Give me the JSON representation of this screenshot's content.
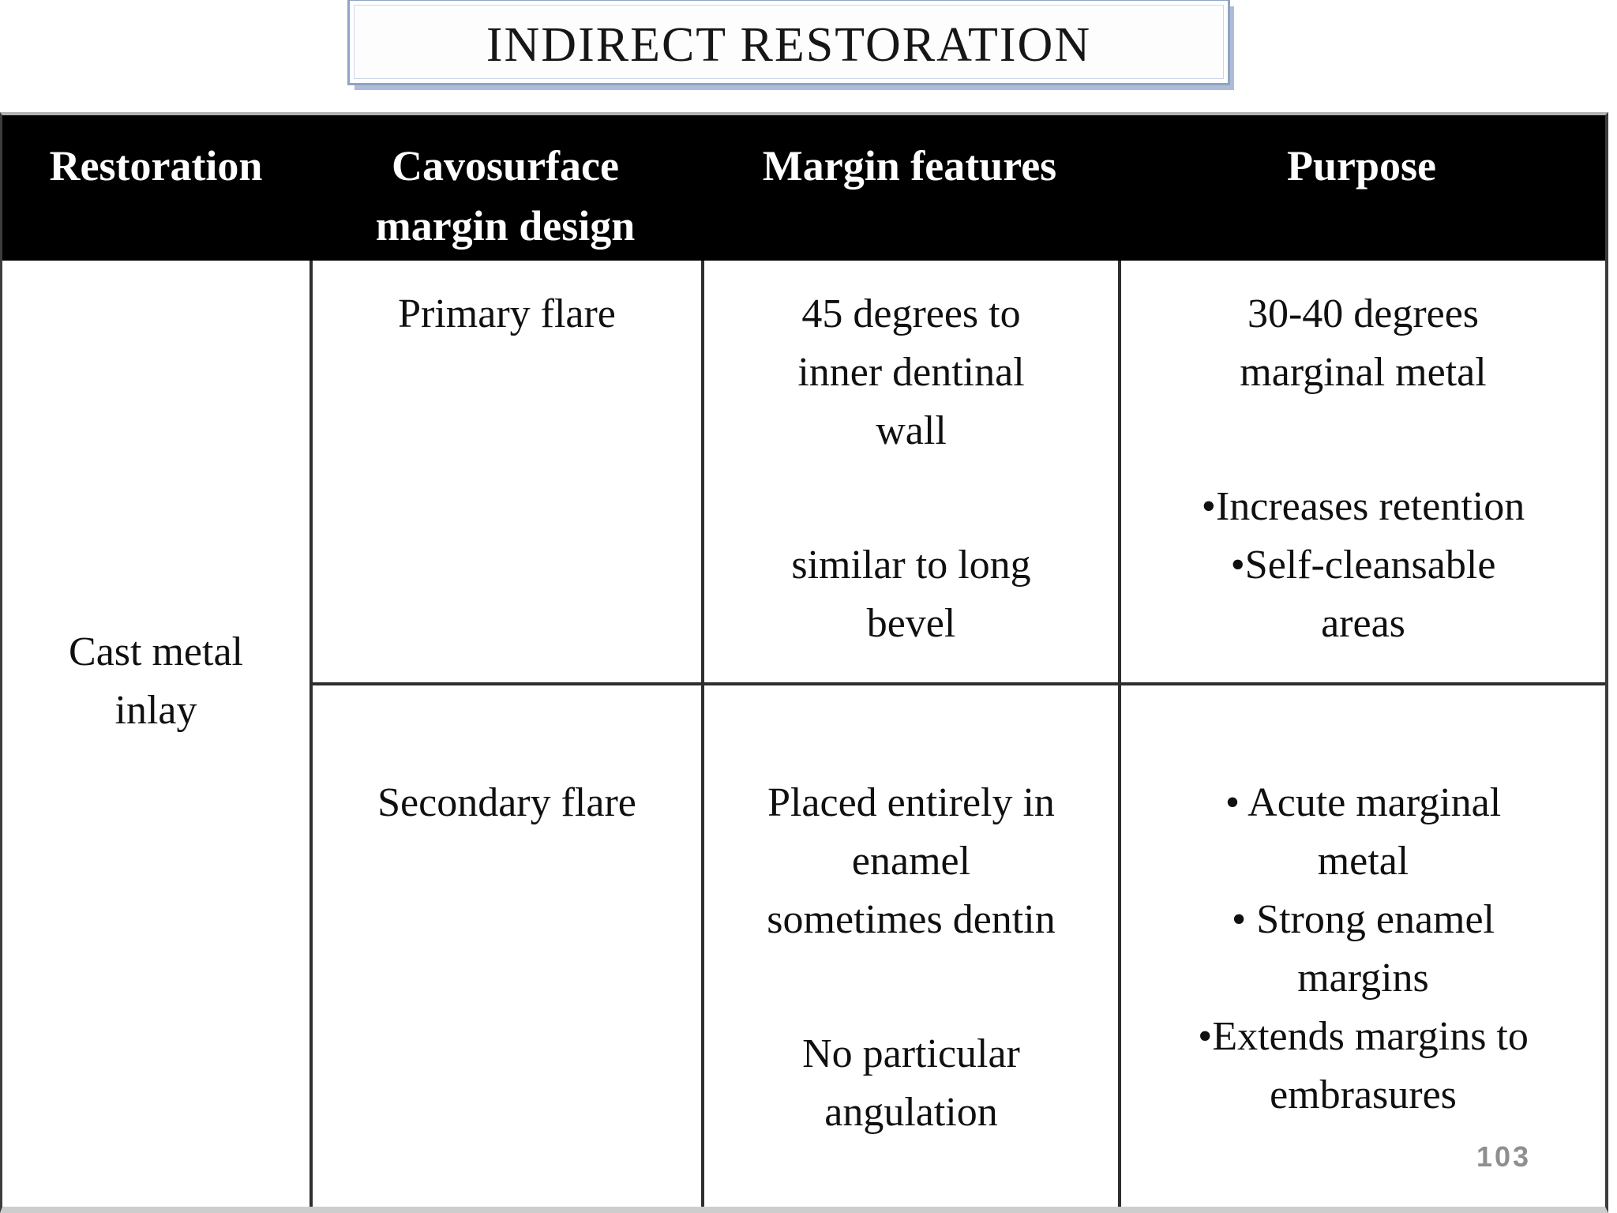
{
  "title": "INDIRECT RESTORATION",
  "page_number": "103",
  "colors": {
    "header_bg": "#000000",
    "header_text": "#ffffff",
    "table_border": "#2e2e2e",
    "title_border": "#8fa3c5",
    "title_shadow": "#aebcd6",
    "page_number": "#8f8f8f"
  },
  "table": {
    "headers": [
      [
        "Restoration"
      ],
      [
        "Cavosurface",
        "margin design"
      ],
      [
        "Margin features"
      ],
      [
        "Purpose"
      ]
    ],
    "rows": [
      {
        "restoration_lines": [
          "Cast metal",
          "inlay"
        ],
        "design_lines": [
          "Primary flare"
        ],
        "margin_features": [
          [
            "45 degrees to",
            "inner dentinal",
            "wall"
          ],
          [
            "similar to long",
            "bevel"
          ]
        ],
        "purpose": [
          [
            "30-40 degrees",
            "marginal metal"
          ],
          [
            "•Increases retention",
            "•Self-cleansable",
            "areas"
          ]
        ]
      },
      {
        "design_lines": [
          "Secondary flare"
        ],
        "margin_features": [
          [
            "Placed entirely in",
            "enamel",
            "sometimes dentin"
          ],
          [
            "No particular",
            "angulation"
          ]
        ],
        "purpose": [
          [
            "• Acute marginal",
            "metal",
            "• Strong enamel",
            "margins",
            "•Extends margins to",
            "embrasures"
          ]
        ]
      }
    ]
  }
}
